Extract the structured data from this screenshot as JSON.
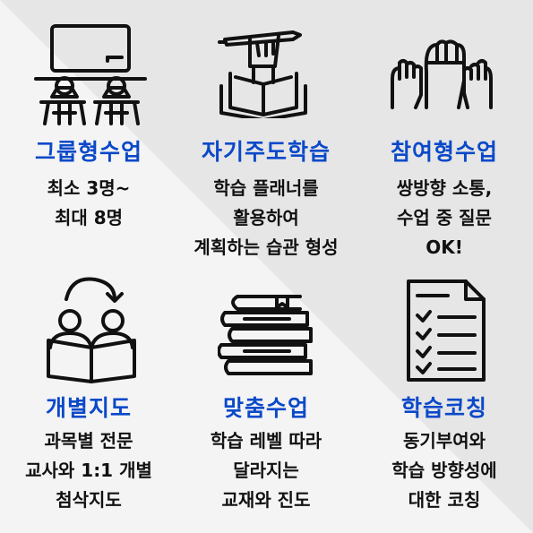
{
  "colors": {
    "accent": "#0b49c9",
    "text": "#111111",
    "icon_stroke": "#111111"
  },
  "cards": [
    {
      "icon": "classroom-desks-icon",
      "title": "그룹형수업",
      "lines": [
        "최소 3명~",
        "최대 8명"
      ]
    },
    {
      "icon": "hand-pen-book-icon",
      "title": "자기주도학습",
      "lines": [
        "학습 플래너를",
        "활용하여",
        "계획하는 습관 형성"
      ]
    },
    {
      "icon": "raised-hands-icon",
      "title": "참여형수업",
      "lines": [
        "쌍방향 소통,",
        "수업 중 질문",
        "OK!"
      ]
    },
    {
      "icon": "people-reading-icon",
      "title": "개별지도",
      "lines": [
        "과목별 전문",
        "교사와 1:1 개별",
        "첨삭지도"
      ]
    },
    {
      "icon": "book-stack-icon",
      "title": "맞춤수업",
      "lines": [
        "학습 레벨 따라",
        "달라지는",
        "교재와 진도"
      ]
    },
    {
      "icon": "checklist-icon",
      "title": "학습코칭",
      "lines": [
        "동기부여와",
        "학습 방향성에",
        "대한 코칭"
      ]
    }
  ]
}
